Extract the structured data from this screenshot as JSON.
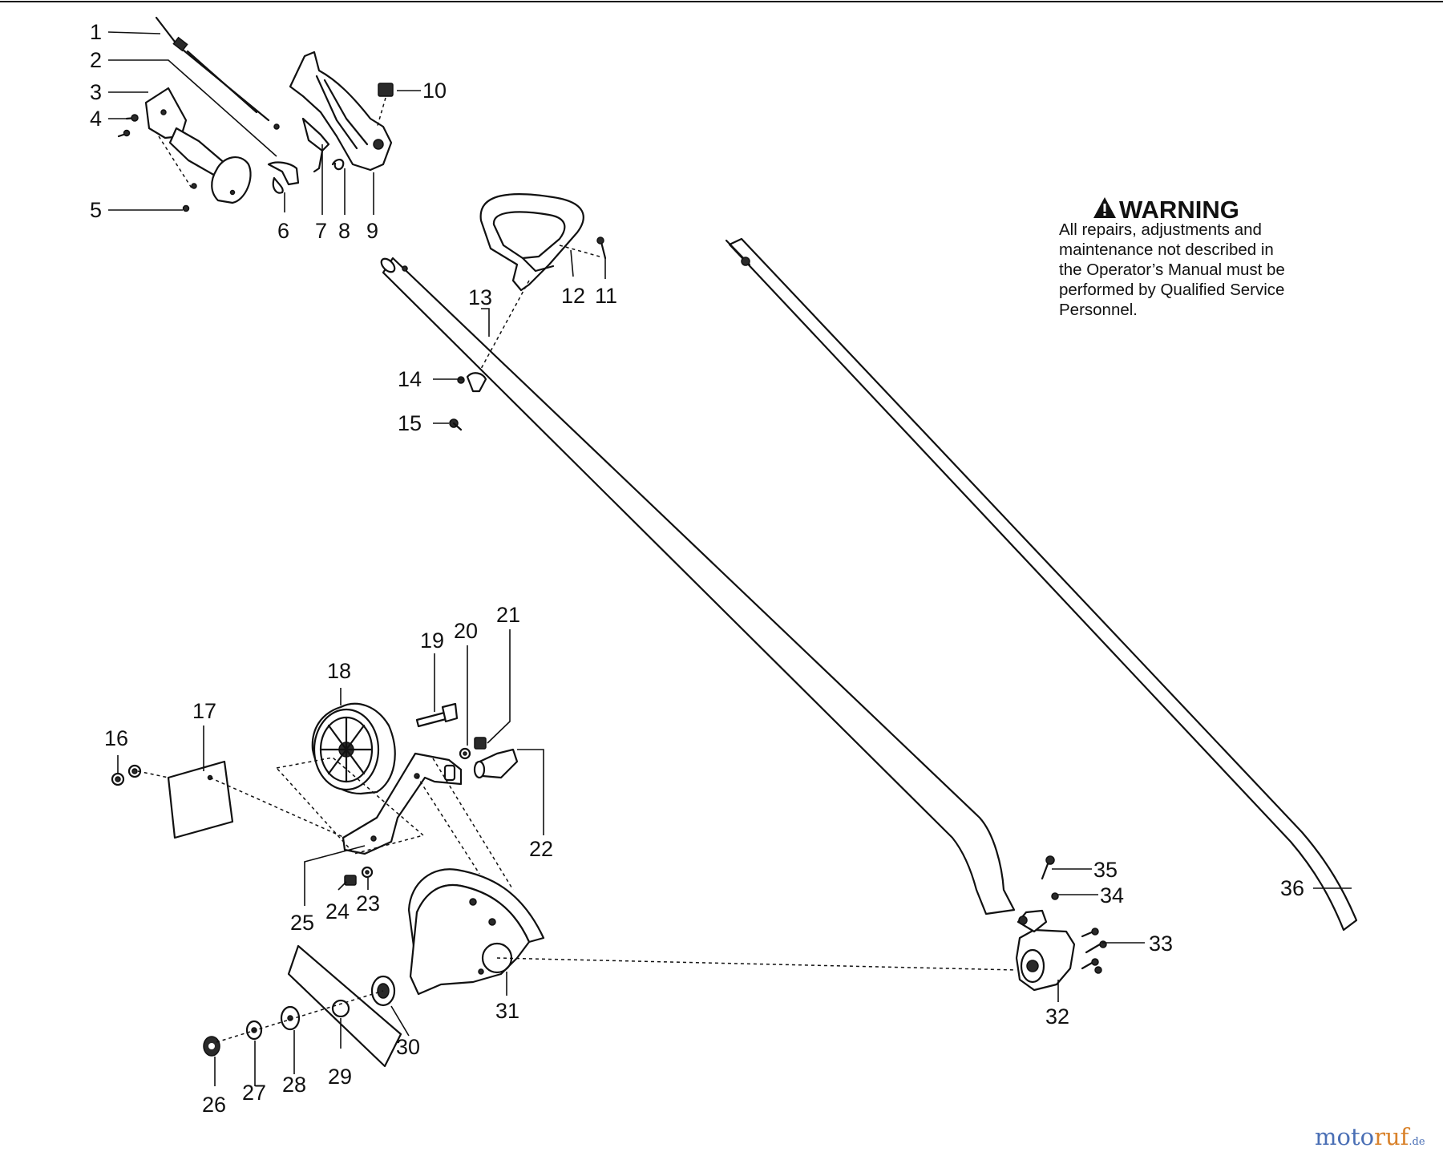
{
  "diagram": {
    "labels": [
      "1",
      "2",
      "3",
      "4",
      "5",
      "6",
      "7",
      "8",
      "9",
      "10",
      "11",
      "12",
      "13",
      "14",
      "15",
      "16",
      "17",
      "18",
      "19",
      "20",
      "21",
      "22",
      "23",
      "24",
      "25",
      "26",
      "27",
      "28",
      "29",
      "30",
      "31",
      "32",
      "33",
      "34",
      "35",
      "36"
    ]
  },
  "warning": {
    "icon": "warning-triangle-icon",
    "title": "WARNING",
    "lines": [
      "All repairs, adjustments and",
      "maintenance not described in",
      "the Operator’s Manual must be",
      "performed by Qualified Service",
      "Personnel."
    ]
  },
  "watermark": {
    "part1": "moto",
    "part2": "ruf",
    "part3": ".de"
  }
}
